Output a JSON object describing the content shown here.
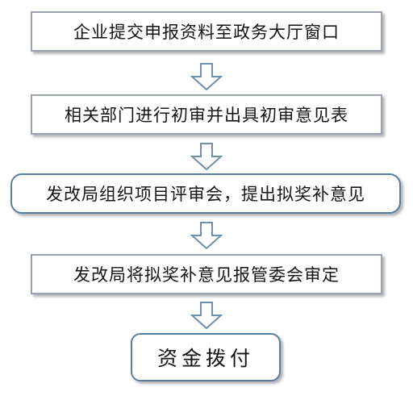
{
  "flowchart": {
    "steps": [
      {
        "label": "企业提交申报资料至政务大厅窗口"
      },
      {
        "label": "相关部门进行初审并出具初审意见表"
      },
      {
        "label": "发改局组织项目评审会，提出拟奖补意见"
      },
      {
        "label": "发改局将拟奖补意见报管委会审定"
      },
      {
        "label": "资金拨付"
      }
    ],
    "connector_icon": "hollow-down-arrow-icon",
    "colors": {
      "box_border": "#9aa2b0",
      "rounded_box_border": "#5b7f9a",
      "arrow_stroke": "#6f8fb0",
      "text": "#141414"
    }
  }
}
